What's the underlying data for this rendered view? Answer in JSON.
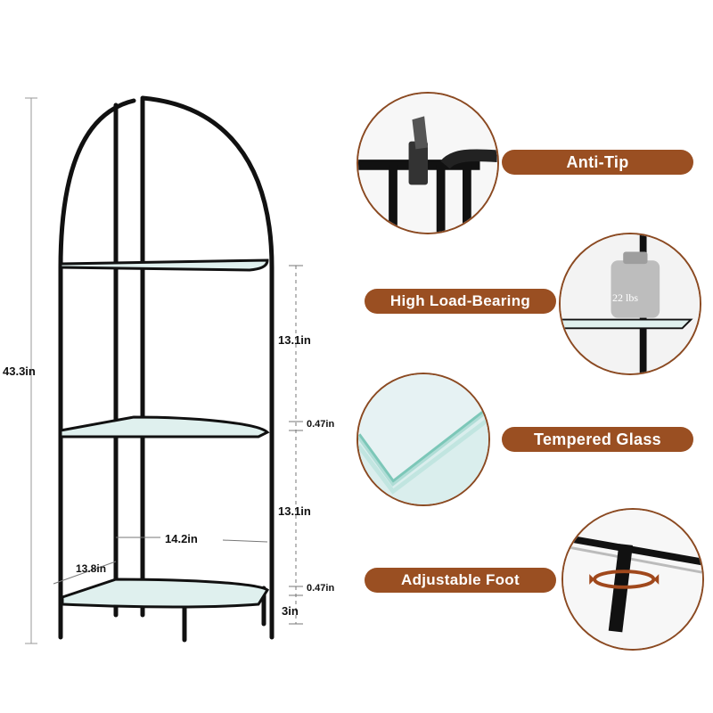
{
  "dimensions": {
    "total_height": "43.3in",
    "top_gap": "13.1in",
    "shelf_thickness_1": "0.47in",
    "bottom_gap": "13.1in",
    "width_front": "14.2in",
    "width_side": "13.8in",
    "shelf_thickness_2": "0.47in",
    "foot_height": "3in"
  },
  "features": [
    {
      "label": "Anti-Tip",
      "icon": "anti-tip-bracket-icon"
    },
    {
      "label": "High Load-Bearing",
      "icon": "weight-icon",
      "weight_text": "22 lbs"
    },
    {
      "label": "Tempered Glass",
      "icon": "glass-edge-icon"
    },
    {
      "label": "Adjustable Foot",
      "icon": "rotate-foot-icon"
    }
  ],
  "colors": {
    "accent": "#9a4f22",
    "frame": "#111111",
    "glass": "#cfe8e4"
  }
}
